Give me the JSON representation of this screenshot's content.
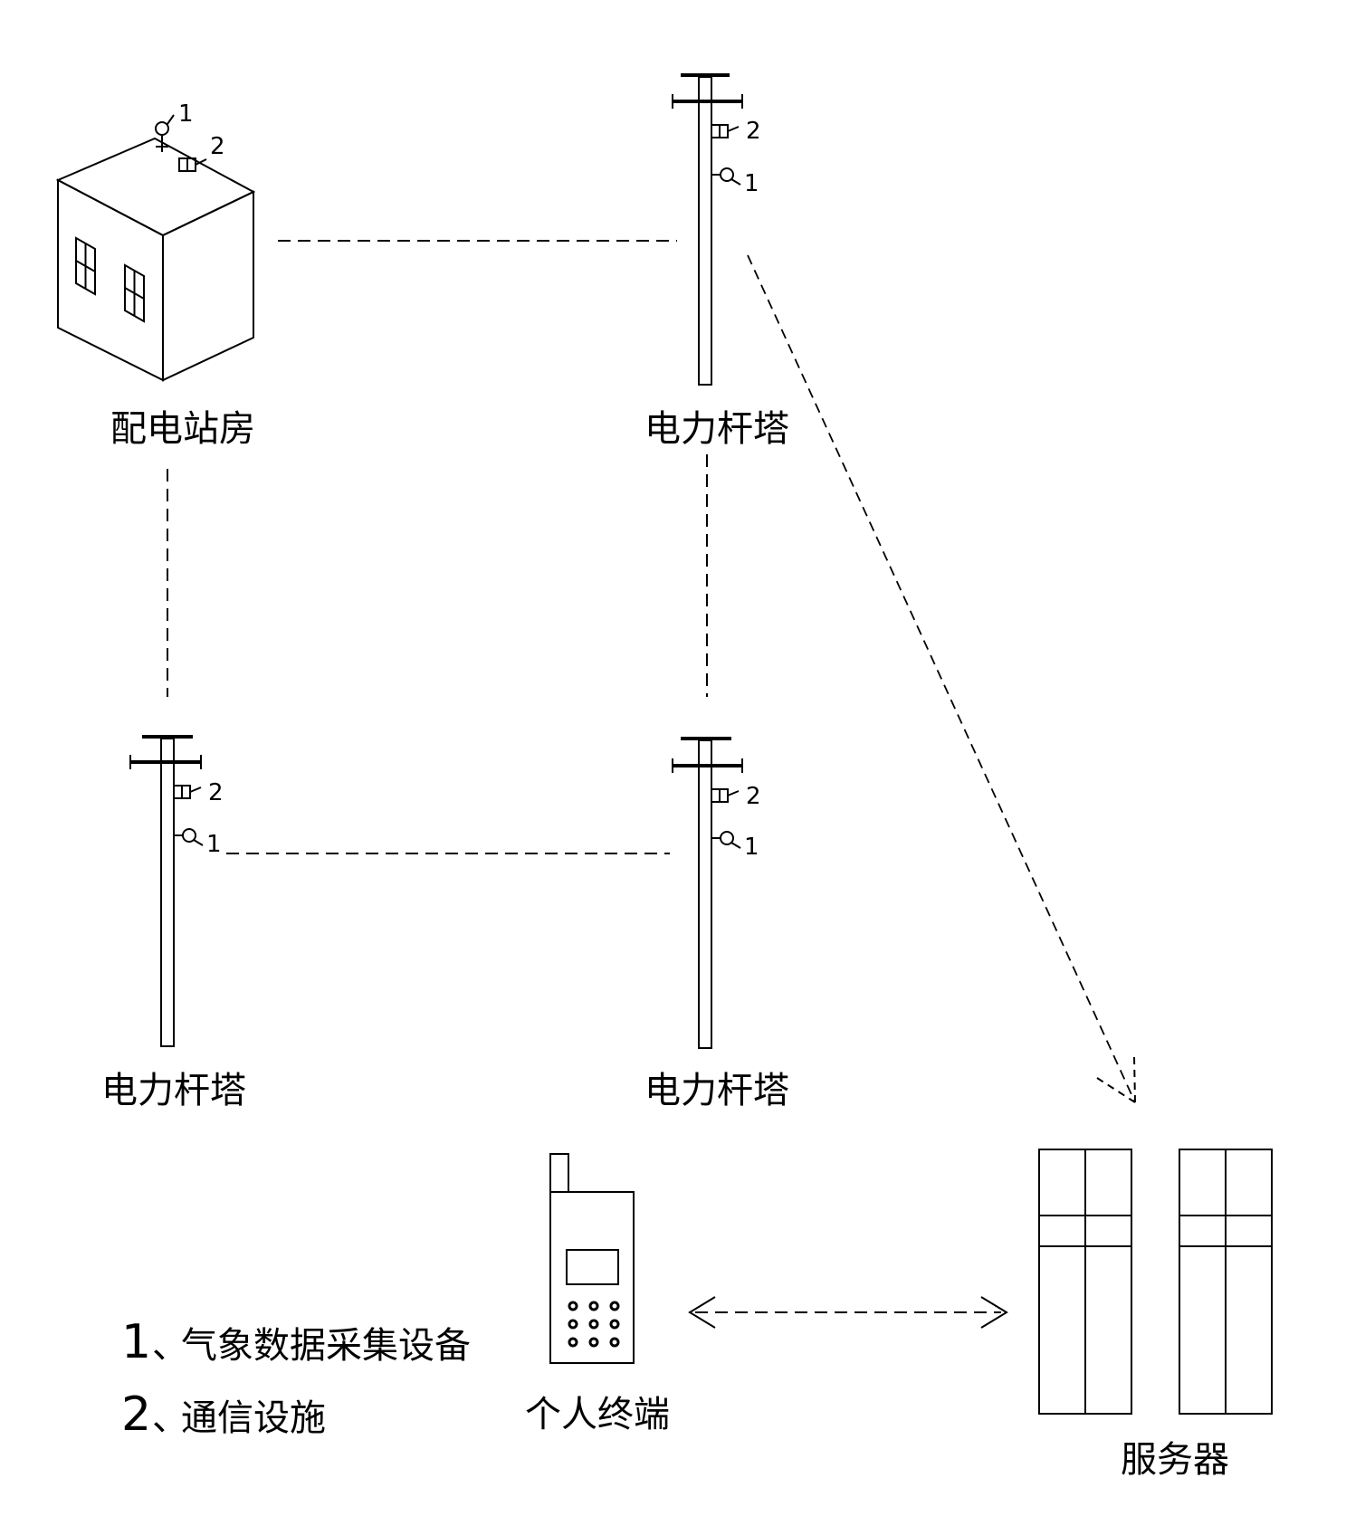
{
  "nodes": {
    "station_room": {
      "label": "配电站房"
    },
    "tower_top": {
      "label": "电力杆塔"
    },
    "tower_bottom_left": {
      "label": "电力杆塔"
    },
    "tower_bottom_right": {
      "label": "电力杆塔"
    },
    "personal_terminal": {
      "label": "个人终端"
    },
    "server": {
      "label": "服务器"
    }
  },
  "callouts": {
    "weather_device": "1",
    "comm_facility": "2"
  },
  "legend": [
    {
      "num": "1",
      "sep": "、",
      "text": "气象数据采集设备"
    },
    {
      "num": "2",
      "sep": "、",
      "text": "通信设施"
    }
  ]
}
